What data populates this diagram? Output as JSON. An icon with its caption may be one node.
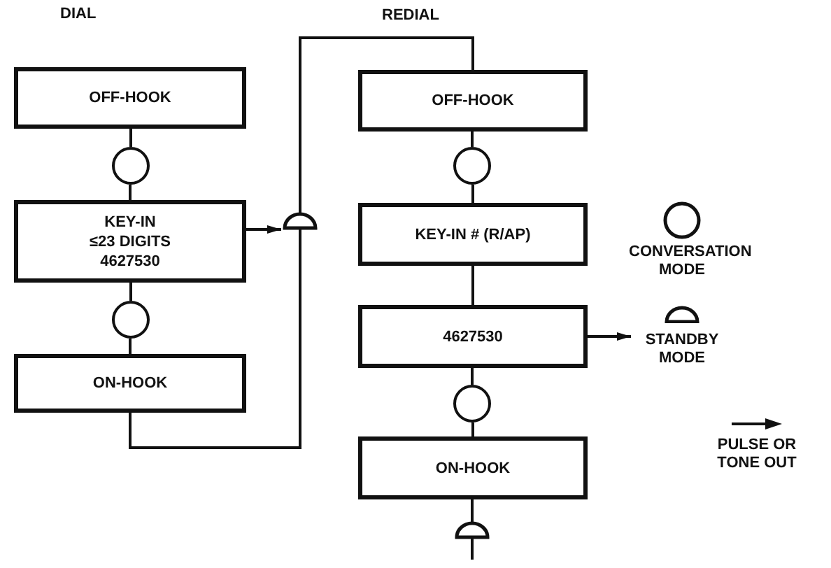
{
  "diagram": {
    "nodes": [
      {
        "text": [
          "OFF-HOOK"
        ]
      },
      {
        "text": [],
        "shape": "circle"
      },
      {
        "text": [
          "KEY-IN",
          "≤23 DIGITS",
          "4627530"
        ]
      },
      {
        "text": [],
        "shape": "circle"
      },
      {
        "text": [
          "ON-HOOK"
        ]
      },
      {
        "text": [],
        "shape": "semicircle"
      },
      {
        "text": [
          "OFF-HOOK"
        ]
      },
      {
        "text": [],
        "shape": "circle"
      },
      {
        "text": [
          "KEY-IN # (R/AP)"
        ]
      },
      {
        "text": [
          "4627530"
        ]
      },
      {
        "text": [],
        "shape": "circle"
      },
      {
        "text": [
          "ON-HOOK"
        ]
      },
      {
        "text": [],
        "shape": "semicircle"
      }
    ],
    "edges": [
      {
        "from": 0,
        "to": 1,
        "arrow": "none"
      },
      {
        "from": 1,
        "to": 2,
        "arrow": "none"
      },
      {
        "from": 2,
        "to": 3,
        "arrow": "none"
      },
      {
        "from": 3,
        "to": 4,
        "arrow": "none"
      },
      {
        "from": 2,
        "to": 5,
        "arrow": "to"
      },
      {
        "from": 4,
        "to": 5,
        "arrow": "none"
      },
      {
        "from": 5,
        "to": 6,
        "arrow": "none"
      },
      {
        "from": 6,
        "to": 7,
        "arrow": "none"
      },
      {
        "from": 7,
        "to": 8,
        "arrow": "none"
      },
      {
        "from": 8,
        "to": 9,
        "arrow": "none"
      },
      {
        "from": 9,
        "to": 10,
        "arrow": "none"
      },
      {
        "from": 10,
        "to": 11,
        "arrow": "none"
      },
      {
        "from": 11,
        "to": 12,
        "arrow": "none"
      },
      {
        "from": 12,
        "to": null,
        "arrow": "none"
      },
      {
        "from": 9,
        "to": null,
        "arrow": "to"
      }
    ],
    "labels": [
      "DIAL",
      "REDIAL"
    ],
    "legend": [
      {
        "text": "CONVERSATION MODE"
      },
      {
        "text": "STANDBY MODE"
      },
      {
        "text": "PULSE OR TONE OUT"
      }
    ]
  }
}
